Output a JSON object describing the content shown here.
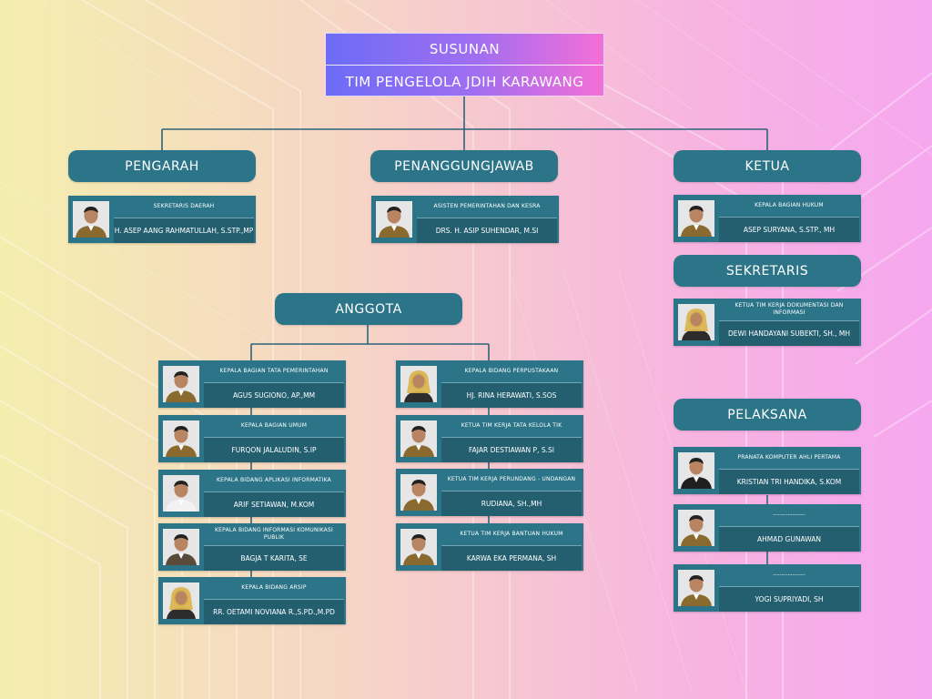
{
  "title": {
    "line1": "SUSUNAN",
    "line2": "TIM PENGELOLA JDIH KARAWANG"
  },
  "sections": {
    "pengarah": "PENGARAH",
    "penanggungjawab": "PENANGGUNGJAWAB",
    "ketua": "KETUA",
    "sekretaris": "SEKRETARIS",
    "anggota": "ANGGOTA",
    "pelaksana": "PELAKSANA"
  },
  "members": {
    "pengarah": {
      "role": "SEKRETARIS DAERAH",
      "name": "H. ASEP AANG RAHMATULLAH, S.STP.,MP",
      "photo": "man-uniform-portrait"
    },
    "penanggungjawab": {
      "role": "ASISTEN PEMERINTAHAN DAN KESRA",
      "name": "DRS. H. ASIP SUHENDAR, M.SI",
      "photo": "man-uniform-portrait"
    },
    "ketua": {
      "role": "KEPALA BAGIAN HUKUM",
      "name": "ASEP SURYANA, S.STP., MH",
      "photo": "man-uniform-portrait"
    },
    "sekretaris": {
      "role": "KETUA TIM KERJA DOKUMENTASI DAN INFORMASI",
      "name": "DEWI HANDAYANI SUBEKTI, SH., MH",
      "photo": "woman-hijab-portrait"
    },
    "anggota_left": [
      {
        "role": "KEPALA BAGIAN TATA PEMERINTAHAN",
        "name": "AGUS SUGIONO, AP.,MM",
        "photo": "man-uniform-portrait"
      },
      {
        "role": "KEPALA BAGIAN UMUM",
        "name": "FURQON JALALUDIN, S.IP",
        "photo": "man-uniform-portrait"
      },
      {
        "role": "KEPALA BIDANG APLIKASI INFORMATIKA",
        "name": "ARIF SETIAWAN, M.KOM",
        "photo": "man-shirt-tie-portrait"
      },
      {
        "role": "KEPALA BIDANG INFORMASI KOMUNIKASI PUBLIK",
        "name": "BAGJA T KARITA, SE",
        "photo": "man-portrait"
      },
      {
        "role": "KEPALA BIDANG ARSIP",
        "name": "RR. OETAMI NOVIANA R.,S.PD.,M.PD",
        "photo": "woman-hijab-portrait"
      }
    ],
    "anggota_right": [
      {
        "role": "KEPALA BIDANG PERPUSTAKAAN",
        "name": "HJ. RINA HERAWATI, S.SOS",
        "photo": "woman-hijab-portrait"
      },
      {
        "role": "KETUA TIM KERJA TATA KELOLA TIK",
        "name": "FAJAR DESTIAWAN P, S.SI",
        "photo": "man-uniform-portrait"
      },
      {
        "role": "KETUA TIM KERJA PERUNDANG - UNDANGAN",
        "name": "RUDIANA, SH.,MH",
        "photo": "man-uniform-portrait"
      },
      {
        "role": "KETUA TIM KERJA BANTUAN HUKUM",
        "name": "KARWA EKA PERMANA, SH",
        "photo": "man-uniform-portrait"
      }
    ],
    "pelaksana": [
      {
        "role": "PRANATA KOMPUTER AHLI PERTAMA",
        "name": "KRISTIAN TRI HANDIKA, S.KOM",
        "photo": "man-suit-portrait"
      },
      {
        "role": "---------------",
        "name": "AHMAD GUNAWAN",
        "photo": "man-uniform-portrait"
      },
      {
        "role": "---------------",
        "name": "YOGI SUPRIYADI, SH",
        "photo": "man-uniform-portrait"
      }
    ]
  },
  "colors": {
    "box": "#2c7589",
    "line": "#2c6378",
    "title_start": "#6b6cf7",
    "title_end": "#f46fd6"
  }
}
